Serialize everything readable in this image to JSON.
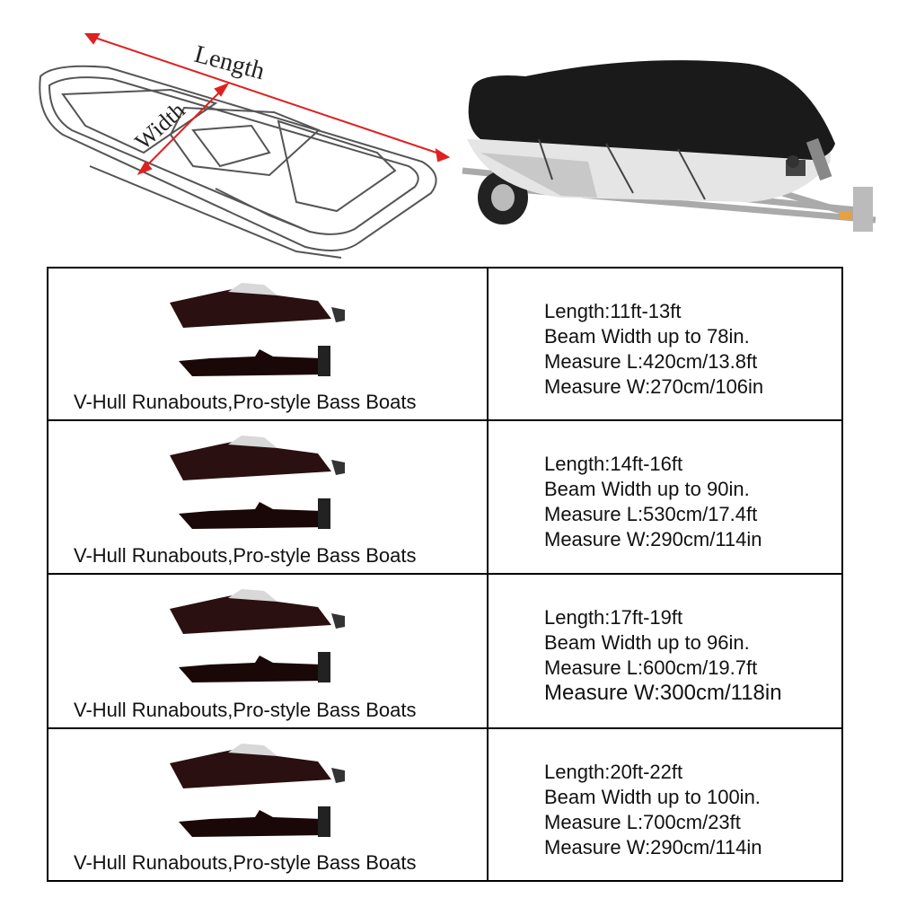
{
  "diagram": {
    "length_label": "Length",
    "width_label": "Width",
    "arrow_color": "#e02020"
  },
  "photo": {
    "description_icon": "covered-boat-on-trailer-image"
  },
  "rows": [
    {
      "caption": "V-Hull Runabouts,Pro-style Bass Boats",
      "length": "Length:11ft-13ft",
      "beam": "Beam Width up to 78in.",
      "measure_l": "Measure L:420cm/13.8ft",
      "measure_w": "Measure W:270cm/106in"
    },
    {
      "caption": "V-Hull Runabouts,Pro-style Bass Boats",
      "length": "Length:14ft-16ft",
      "beam": "Beam Width up to 90in.",
      "measure_l": "Measure L:530cm/17.4ft",
      "measure_w": "Measure W:290cm/114in"
    },
    {
      "caption": "V-Hull Runabouts,Pro-style Bass Boats",
      "length": "Length:17ft-19ft",
      "beam": "Beam Width up to 96in.",
      "measure_l": "Measure L:600cm/19.7ft",
      "measure_w": "Measure W:300cm/118in"
    },
    {
      "caption": "V-Hull Runabouts,Pro-style Bass Boats",
      "length": "Length:20ft-22ft",
      "beam": "Beam Width up to 100in.",
      "measure_l": "Measure L:700cm/23ft",
      "measure_w": "Measure W:290cm/114in"
    }
  ]
}
